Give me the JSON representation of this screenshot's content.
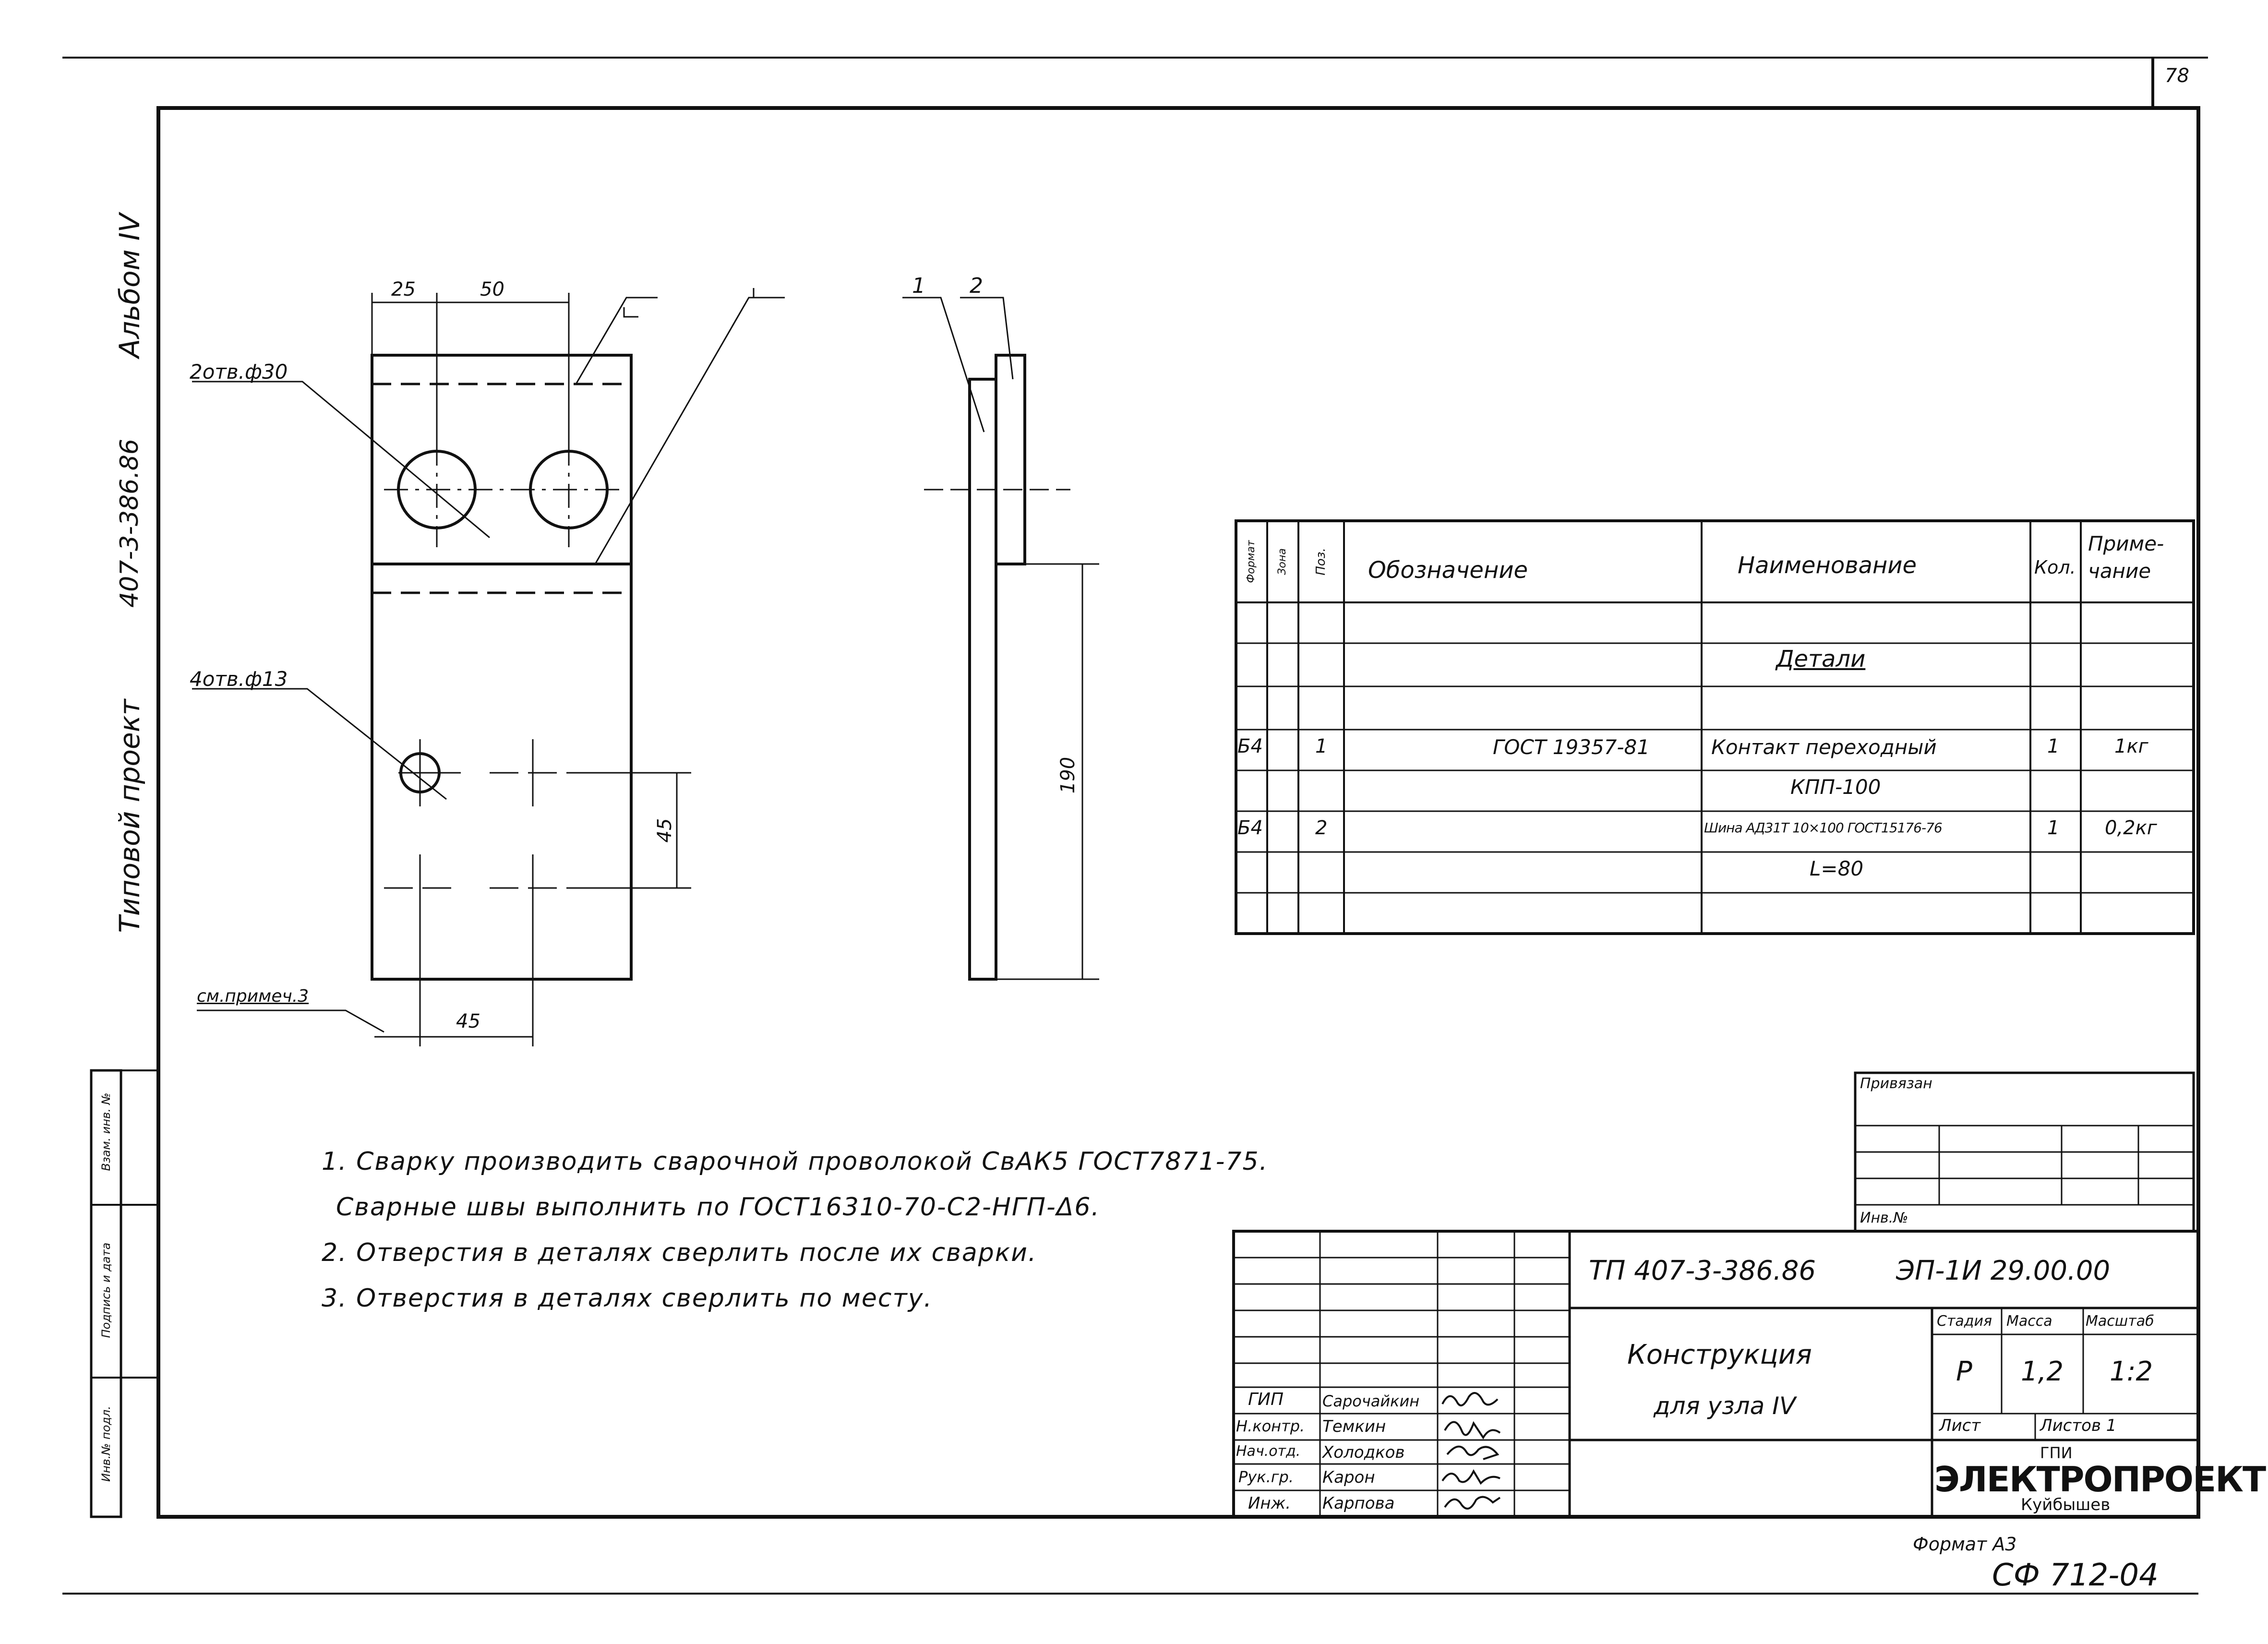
{
  "sheet_number": "78",
  "side_title": {
    "line1": "Альбом IV",
    "line2": "407-3-386.86",
    "line3": "Типовой проект"
  },
  "side_stamp": [
    "Взам. инв. №",
    "Подпись и дата",
    "Инв.№ подл."
  ],
  "drawing": {
    "dims": {
      "d25": "25",
      "d50": "50",
      "d45_vert": "45",
      "d45_bottom": "45",
      "d190": "190"
    },
    "labels": {
      "holes_big": "2отв.ф30",
      "holes_small": "4отв.ф13",
      "weld_note": "см.примеч.3",
      "pos1": "1",
      "pos2": "2"
    }
  },
  "spec_table": {
    "headers": {
      "format": "Формат",
      "zone": "Зона",
      "pos": "Поз.",
      "designation": "Обозначение",
      "name": "Наименование",
      "qty": "Кол.",
      "note_line1": "Приме-",
      "note_line2": "чание"
    },
    "section_title": "Детали",
    "rows": [
      {
        "format": "Б4",
        "pos": "1",
        "designation": "ГОСТ 19357-81",
        "name": "Контакт переходный",
        "name2": "КПП-100",
        "qty": "1",
        "note": "1кг"
      },
      {
        "format": "Б4",
        "pos": "2",
        "designation": "",
        "name": "Шина АД31Т 10×100 ГОСТ15176-76",
        "name2": "L=80",
        "qty": "1",
        "note": "0,2кг"
      }
    ]
  },
  "notes": [
    "1. Сварку производить сварочной проволокой СвАК5 ГОСТ7871-75.",
    "Сварные швы выполнить по ГОСТ16310-70-С2-НГП-Δ6.",
    "2. Отверстия в деталях сверлить после их сварки.",
    "3. Отверстия в деталях сверлить по месту."
  ],
  "privyazan": {
    "title": "Привязан",
    "inv": "Инв.№"
  },
  "title_block": {
    "project_code": "ТП 407-3-386.86",
    "doc_code": "ЭП-1И 29.00.00",
    "title_line1": "Конструкция",
    "title_line2": "для узла IV",
    "stage_label": "Стадия",
    "mass_label": "Масса",
    "scale_label": "Масштаб",
    "stage": "Р",
    "mass": "1,2",
    "scale": "1:2",
    "sheet_label": "Лист",
    "sheets_label": "Листов 1",
    "org_top": "ГПИ",
    "org_name": "ЭЛЕКТРОПРОЕКТ",
    "org_city": "Куйбышев",
    "people": [
      {
        "role": "ГИП",
        "name": "Сарочайкин"
      },
      {
        "role": "Н.контр.",
        "name": "Темкин"
      },
      {
        "role": "Нач.отд.",
        "name": "Холодков"
      },
      {
        "role": "Рук.гр.",
        "name": "Карон"
      },
      {
        "role": "Инж.",
        "name": "Карпова"
      }
    ]
  },
  "format_label": "Формат А3",
  "bottom_code": "СФ 712-04"
}
